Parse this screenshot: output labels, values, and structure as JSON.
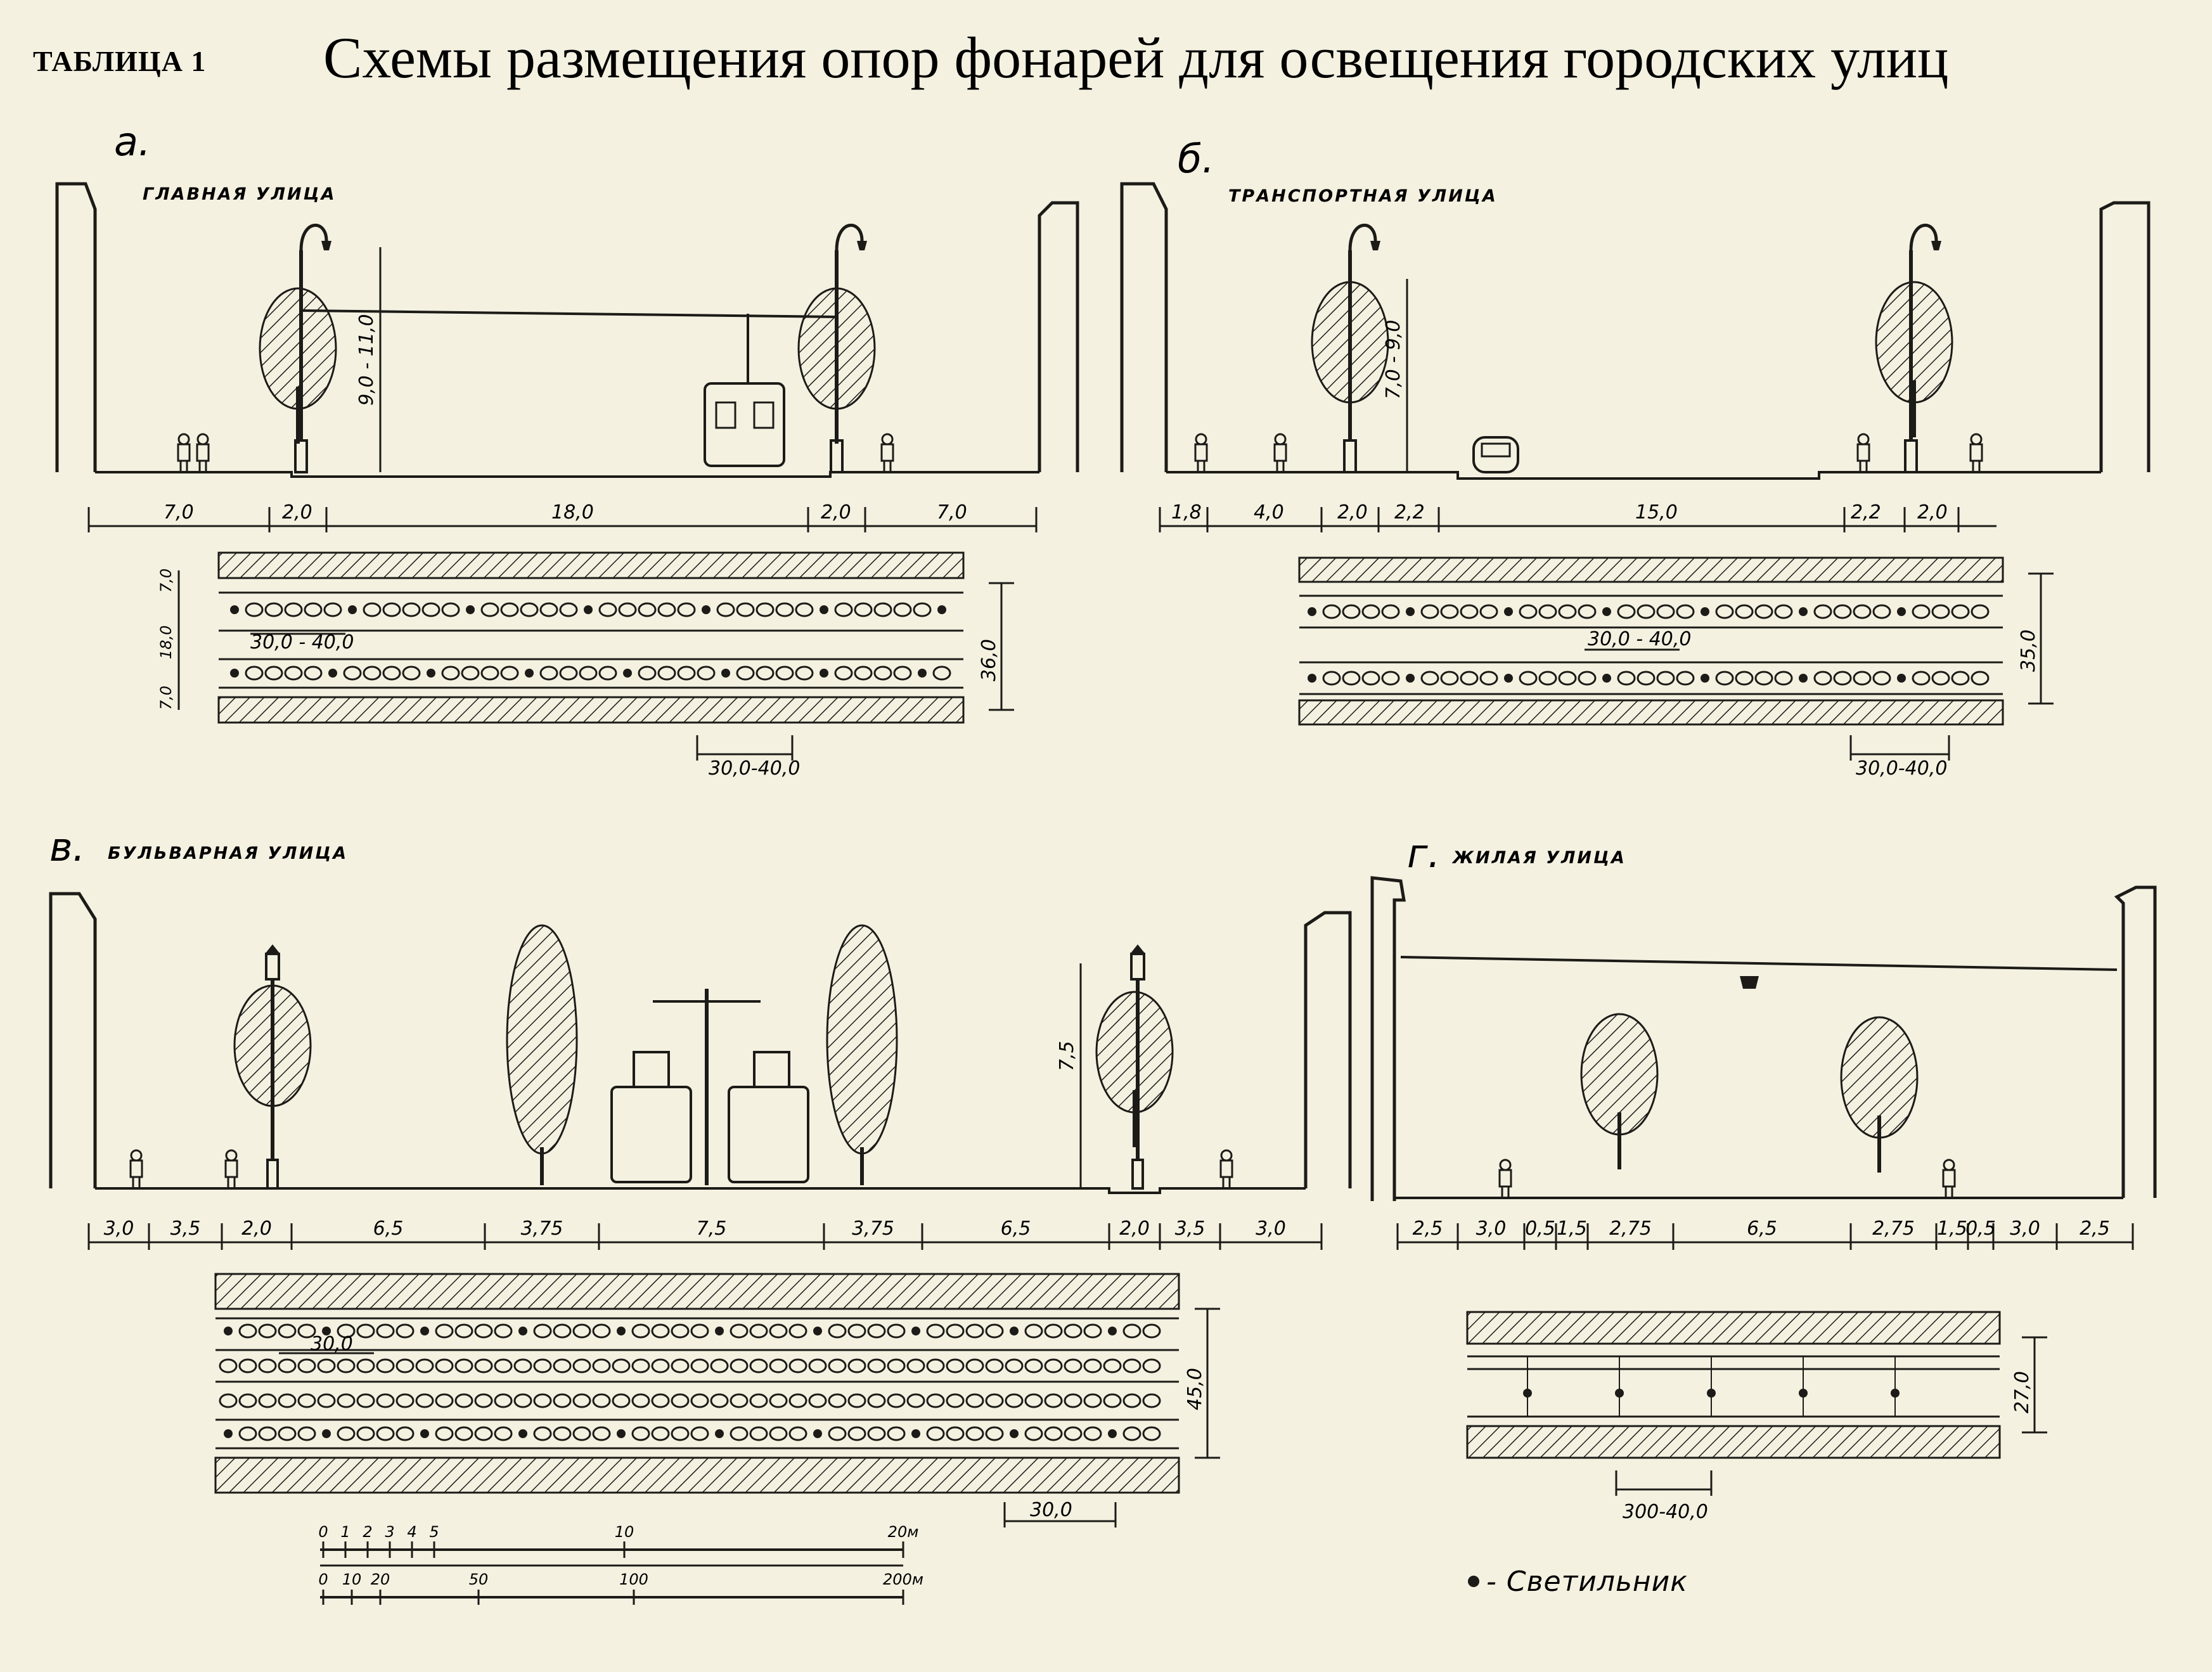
{
  "header": {
    "table_label": "ТАБЛИЦА 1",
    "title": "Схемы размещения опор фонарей для освещения городских улиц"
  },
  "panels": {
    "a": {
      "letter": "а.",
      "name": "ГЛАВНАЯ УЛИЦА",
      "height_label": "9,0 - 11,0",
      "section_dims": [
        "7,0",
        "2,0",
        "18,0",
        "2,0",
        "7,0"
      ],
      "plan_left_dims": [
        "7,0",
        "18,0",
        "7,0"
      ],
      "plan_total": "36,0",
      "plan_spacing_inner": "30,0 - 40,0",
      "plan_spacing_bottom": "30,0-40,0"
    },
    "b": {
      "letter": "б.",
      "name": "ТРАНСПОРТНАЯ УЛИЦА",
      "height_label": "7,0 - 9,0",
      "section_dims": [
        "1,8",
        "4,0",
        "2,0",
        "2,2",
        "15,0",
        "2,2",
        "2,0"
      ],
      "plan_total": "35,0",
      "plan_spacing_inner": "30,0 - 40,0",
      "plan_spacing_bottom": "30,0-40,0"
    },
    "c": {
      "letter": "в.",
      "name": "БУЛЬВАРНАЯ УЛИЦА",
      "height_label": "7,5",
      "section_dims": [
        "3,0",
        "3,5",
        "2,0",
        "6,5",
        "3,75",
        "7,5",
        "3,75",
        "6,5",
        "2,0",
        "3,5",
        "3,0"
      ],
      "plan_total": "45,0",
      "plan_spacing_inner": "30,0",
      "plan_spacing_bottom": "30,0"
    },
    "d": {
      "letter": "г.",
      "name": "ЖИЛАЯ УЛИЦА",
      "section_dims": [
        "2,5",
        "3,0",
        "0,5",
        "1,5",
        "2,75",
        "6,5",
        "2,75",
        "1,5",
        "0,5",
        "3,0",
        "2,5"
      ],
      "plan_total": "27,0",
      "plan_spacing_bottom": "300-40,0"
    }
  },
  "scale": {
    "ticks_top": [
      "0",
      "1",
      "2",
      "3",
      "4",
      "5",
      "10",
      "20м"
    ],
    "ticks_bottom": [
      "0",
      "10",
      "20",
      "50",
      "100",
      "200м"
    ]
  },
  "legend": {
    "label": "- Светильник"
  }
}
